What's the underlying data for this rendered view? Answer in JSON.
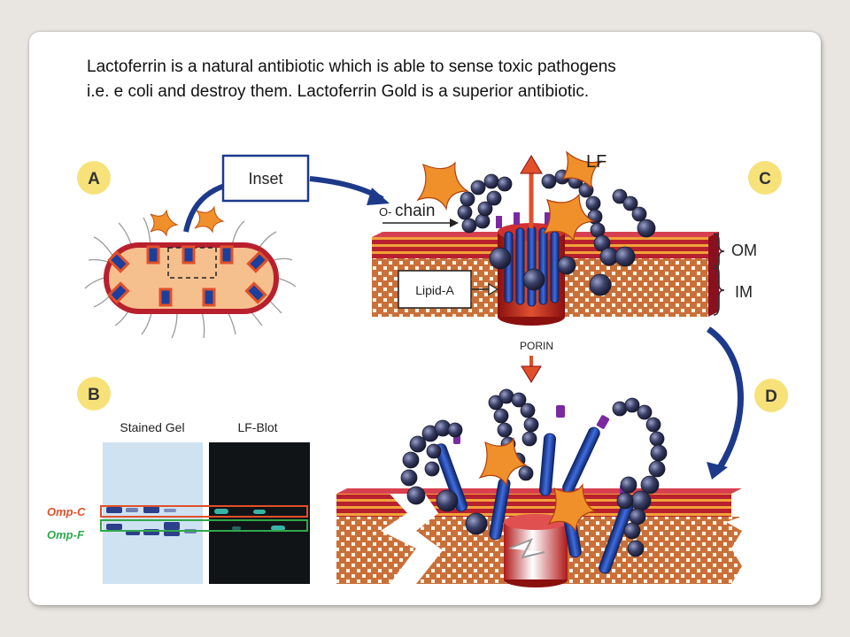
{
  "caption": {
    "line1": "Lactoferrin is a natural antibiotic which is able to sense toxic pathogens",
    "line2": "i.e. e coli and destroy them.  Lactoferrin Gold is a superior antibiotic."
  },
  "figure": {
    "panel_labels": [
      "A",
      "B",
      "C",
      "D"
    ],
    "inset_label": "Inset",
    "o_chain_prefix": "O-",
    "o_chain_word": "chain",
    "lf_label": "LF",
    "om_label": "OM",
    "im_label": "IM",
    "lipid_a_label": "Lipid-A",
    "porin_label": "PORIN",
    "gel_title": "Stained Gel",
    "blot_title": "LF-Blot",
    "omp_c": "Omp-C",
    "omp_f": "Omp-F"
  },
  "colors": {
    "panel_badge": "#f7e27a",
    "membrane_red": "#b8202e",
    "brick": "#c9703a",
    "rod_blue": "#1b3f9c",
    "bead": "#3a3f66",
    "lf_orange": "#f0902a",
    "omp_c": "#e0502a",
    "omp_f": "#2fa84a"
  }
}
